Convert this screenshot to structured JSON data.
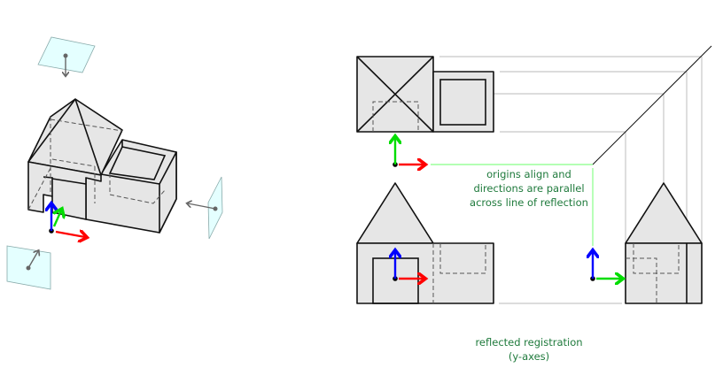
{
  "annotation": {
    "lines": [
      "origins align and",
      "directions are parallel",
      "across line of reflection"
    ]
  },
  "caption": {
    "lines": [
      "reflected registration",
      "(y-axes)"
    ]
  },
  "colors": {
    "x_axis": "#ff0000",
    "y_axis": "#00e000",
    "z_axis": "#0000ff",
    "label": "#1f7a3c"
  }
}
